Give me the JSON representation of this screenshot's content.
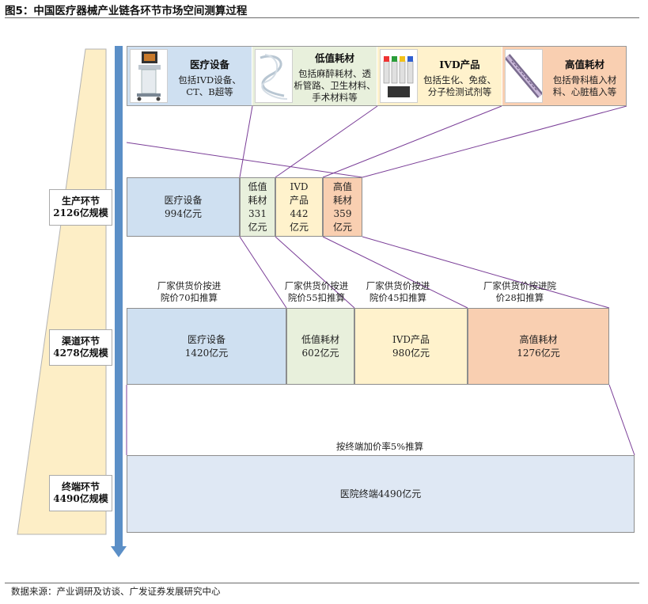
{
  "figure_title": "图5：中国医疗器械产业链各环节市场空间测算过程",
  "source": "数据来源：产业调研及访谈、广发证券发展研究中心",
  "stages": [
    {
      "line1": "生产环节",
      "line2": "2126亿规模"
    },
    {
      "line1": "渠道环节",
      "line2": "4278亿规模"
    },
    {
      "line1": "终端环节",
      "line2": "4490亿规模"
    }
  ],
  "categories": [
    {
      "title": "医疗设备",
      "desc": [
        "包括IVD设备、",
        "CT、B超等"
      ],
      "image": "ultrasound-machine"
    },
    {
      "title": "低值耗材",
      "desc": [
        "包括麻醉耗材、透",
        "析管路、卫生材料、",
        "手术材料等"
      ],
      "image": "tubing"
    },
    {
      "title": "IVD产品",
      "desc": [
        "包括生化、免疫、",
        "分子检测试剂等"
      ],
      "image": "reagent-bottles"
    },
    {
      "title": "高值耗材",
      "desc": [
        "包括骨科植入材",
        "料、心脏植入等"
      ],
      "image": "stent"
    }
  ],
  "production": [
    {
      "l1": "医疗设备",
      "l2": "994亿元"
    },
    {
      "l1": "低值",
      "l2": "耗材",
      "l3": "331",
      "l4": "亿元"
    },
    {
      "l1": "IVD",
      "l2": "产品",
      "l3": "442",
      "l4": "亿元"
    },
    {
      "l1": "高值",
      "l2": "耗材",
      "l3": "359",
      "l4": "亿元"
    }
  ],
  "channel_notes": [
    {
      "l1": "厂家供货价按进",
      "l2": "院价70扣推算"
    },
    {
      "l1": "厂家供货价按进",
      "l2": "院价55扣推算"
    },
    {
      "l1": "厂家供货价按进",
      "l2": "院价45扣推算"
    },
    {
      "l1": "厂家供货价按进院",
      "l2": "价28扣推算"
    }
  ],
  "channel": [
    {
      "l1": "医疗设备",
      "l2": "1420亿元"
    },
    {
      "l1": "低值耗材",
      "l2": "602亿元"
    },
    {
      "l1": "IVD产品",
      "l2": "980亿元"
    },
    {
      "l1": "高值耗材",
      "l2": "1276亿元"
    }
  ],
  "terminal_note": "按终端加价率5%推算",
  "terminal": "医院终端4490亿元",
  "colors": {
    "equipment": "#cfe0f1",
    "low_value": "#e8f0dc",
    "ivd": "#fff2cc",
    "high_value": "#f9cfb1",
    "terminal": "#dfe8f4",
    "arrow": "#5b8fc7",
    "connector": "#7b3f98",
    "wedge": "#fdeec6"
  }
}
